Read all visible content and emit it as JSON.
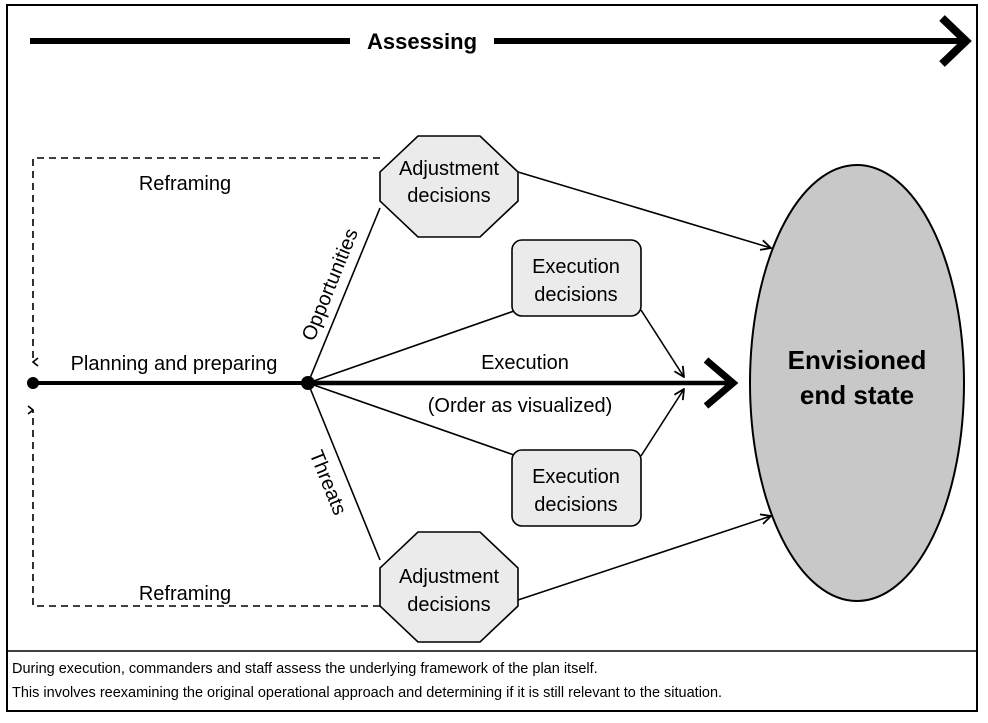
{
  "diagram": {
    "top_arrow_label": "Assessing",
    "reframing_top": "Reframing",
    "reframing_bottom": "Reframing",
    "planning_label": "Planning and preparing",
    "opportunities_label": "Opportunities",
    "threats_label": "Threats",
    "execution_label": "Execution",
    "execution_sublabel": "(Order as visualized)",
    "adjustment_top": {
      "line1": "Adjustment",
      "line2": "decisions"
    },
    "adjustment_bottom": {
      "line1": "Adjustment",
      "line2": "decisions"
    },
    "execution_top": {
      "line1": "Execution",
      "line2": "decisions"
    },
    "execution_bottom": {
      "line1": "Execution",
      "line2": "decisions"
    },
    "end_state": {
      "line1": "Envisioned",
      "line2": "end state"
    },
    "colors": {
      "end_state_fill": "#c8c8c8",
      "decision_box_fill": "#ebebeb",
      "line": "#000000"
    }
  },
  "caption": {
    "line1": "During execution, commanders and staff assess the underlying framework of the plan itself.",
    "line2": "This involves reexamining the original operational approach and determining if it is still relevant to the situation."
  }
}
